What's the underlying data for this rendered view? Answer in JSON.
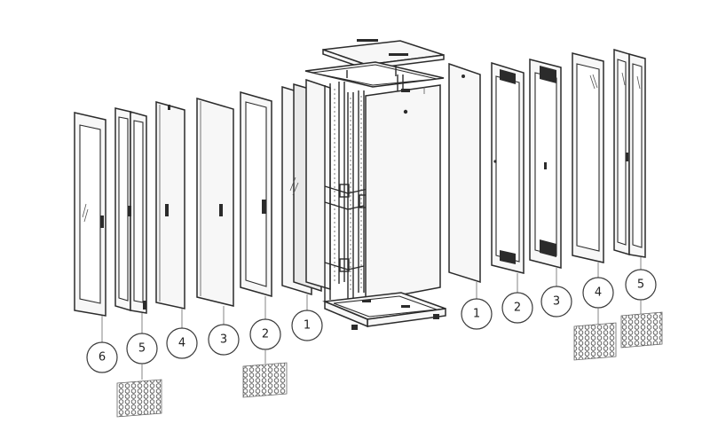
{
  "callouts_left": [
    "6",
    "5",
    "4",
    "3",
    "2",
    "1"
  ],
  "callouts_right": [
    "1",
    "2",
    "3",
    "4",
    "5"
  ],
  "colors": {
    "line": "#2b2b2b",
    "panel_fill": "#f7f7f7",
    "mesh": "#555555"
  }
}
